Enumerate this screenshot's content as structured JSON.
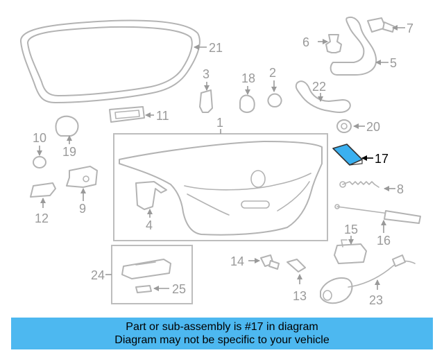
{
  "diagram": {
    "callouts": [
      "21",
      "7",
      "6",
      "5",
      "3",
      "18",
      "2",
      "22",
      "11",
      "1",
      "20",
      "10",
      "19",
      "17",
      "9",
      "8",
      "12",
      "4",
      "16",
      "15",
      "14",
      "24",
      "25",
      "13",
      "23"
    ],
    "highlighted_part": "17",
    "colors": {
      "highlight_fill": "#3ab0f0",
      "line": "#b3b3b3",
      "label": "#9a9a9a",
      "banner": "#4db8f0"
    }
  },
  "banner": {
    "line1": "Part or sub-assembly is #17 in diagram",
    "line2": "Diagram may not be specific to your vehicle"
  }
}
